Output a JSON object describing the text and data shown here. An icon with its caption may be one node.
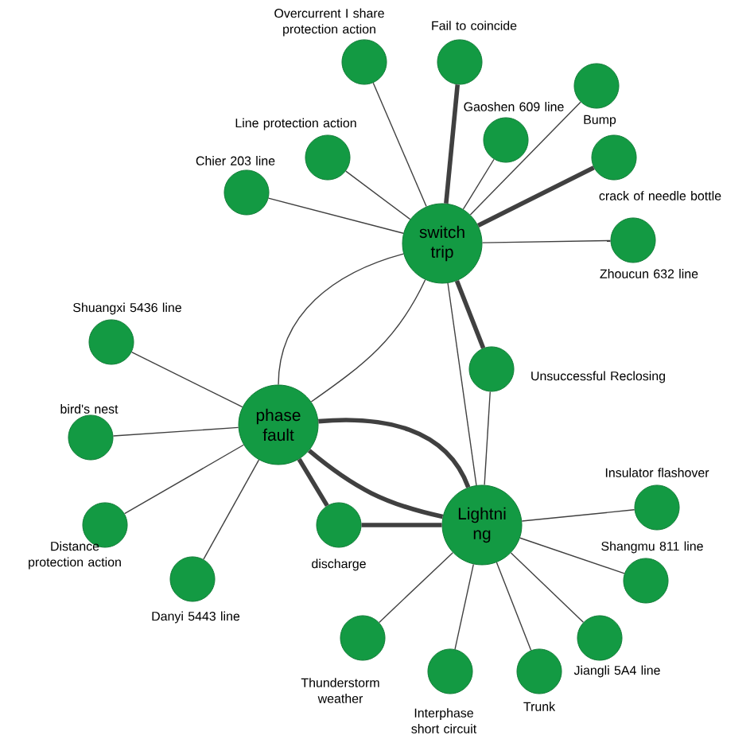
{
  "diagram": {
    "nodes": [
      {
        "text": [],
        "shape": "circle",
        "beside": [
          "Overcurrent I share protection action"
        ]
      },
      {
        "text": [],
        "shape": "circle",
        "beside": [
          "Fail to coincide"
        ]
      },
      {
        "text": [],
        "shape": "circle",
        "beside": [
          "Bump"
        ]
      },
      {
        "text": [],
        "shape": "circle",
        "beside": [
          "Gaoshen 609 line"
        ]
      },
      {
        "text": [],
        "shape": "circle",
        "beside": [
          "Line protection action"
        ]
      },
      {
        "text": [],
        "shape": "circle",
        "beside": [
          "crack of needle bottle"
        ]
      },
      {
        "text": [],
        "shape": "circle",
        "beside": [
          "Chier 203 line"
        ]
      },
      {
        "text": [
          "switch trip"
        ]
      },
      {
        "text": [],
        "shape": "circle",
        "beside": [
          "Zhoucun 632 line"
        ]
      },
      {
        "text": [],
        "shape": "circle",
        "beside": [
          "Shuangxi 5436 line"
        ]
      },
      {
        "text": [],
        "shape": "circle",
        "beside": [
          "Unsuccessful Reclosing"
        ]
      },
      {
        "text": [
          "phase fault"
        ]
      },
      {
        "text": [],
        "shape": "circle",
        "beside": [
          "bird's nest"
        ]
      },
      {
        "text": [],
        "shape": "circle",
        "beside": [
          "Insulator flashover"
        ]
      },
      {
        "text": [],
        "shape": "circle",
        "beside": [
          "Distance protection action"
        ]
      },
      {
        "text": [],
        "shape": "circle",
        "beside": [
          "discharge"
        ]
      },
      {
        "text": [
          "Lightni ng"
        ]
      },
      {
        "text": [],
        "shape": "circle",
        "beside": [
          "Danyi 5443 line"
        ]
      },
      {
        "text": [],
        "shape": "circle",
        "beside": [
          "Shangmu 811 line"
        ]
      },
      {
        "text": [],
        "shape": "circle",
        "beside": [
          "Thunderstorm weather"
        ]
      },
      {
        "text": [],
        "shape": "circle",
        "beside": [
          "Jiangli 5A4 line"
        ]
      },
      {
        "text": [],
        "shape": "circle",
        "beside": [
          "Interphase short circuit"
        ]
      },
      {
        "text": [],
        "shape": "circle",
        "beside": [
          "Trunk"
        ]
      }
    ],
    "edges": [
      {
        "from": 7,
        "to": 0,
        "arrow": "none"
      },
      {
        "from": 7,
        "to": 1,
        "arrow": "none",
        "style": "thick"
      },
      {
        "from": 7,
        "to": 2,
        "arrow": "none"
      },
      {
        "from": 7,
        "to": 3,
        "arrow": "none"
      },
      {
        "from": 7,
        "to": 4,
        "arrow": "none"
      },
      {
        "from": 7,
        "to": 5,
        "arrow": "none",
        "style": "thick"
      },
      {
        "from": 7,
        "to": 6,
        "arrow": "none"
      },
      {
        "from": 7,
        "to": 8,
        "arrow": "none"
      },
      {
        "from": 7,
        "to": 10,
        "arrow": "none",
        "style": "thick"
      },
      {
        "from": 7,
        "to": 11,
        "arrow": "none"
      },
      {
        "from": 7,
        "to": 11,
        "arrow": "none"
      },
      {
        "from": 7,
        "to": 16,
        "arrow": "none"
      },
      {
        "from": 10,
        "to": 16,
        "arrow": "none"
      },
      {
        "from": 11,
        "to": 9,
        "arrow": "none"
      },
      {
        "from": 11,
        "to": 12,
        "arrow": "none"
      },
      {
        "from": 11,
        "to": 14,
        "arrow": "none"
      },
      {
        "from": 11,
        "to": 17,
        "arrow": "none"
      },
      {
        "from": 11,
        "to": 15,
        "arrow": "none",
        "style": "thick"
      },
      {
        "from": 11,
        "to": 16,
        "arrow": "none",
        "style": "thick"
      },
      {
        "from": 11,
        "to": 16,
        "arrow": "none",
        "style": "thick"
      },
      {
        "from": 16,
        "to": 15,
        "arrow": "none",
        "style": "thick"
      },
      {
        "from": 16,
        "to": 13,
        "arrow": "none"
      },
      {
        "from": 16,
        "to": 18,
        "arrow": "none"
      },
      {
        "from": 16,
        "to": 19,
        "arrow": "none"
      },
      {
        "from": 16,
        "to": 21,
        "arrow": "none"
      },
      {
        "from": 16,
        "to": 22,
        "arrow": "none"
      },
      {
        "from": 16,
        "to": 20,
        "arrow": "none"
      }
    ]
  }
}
